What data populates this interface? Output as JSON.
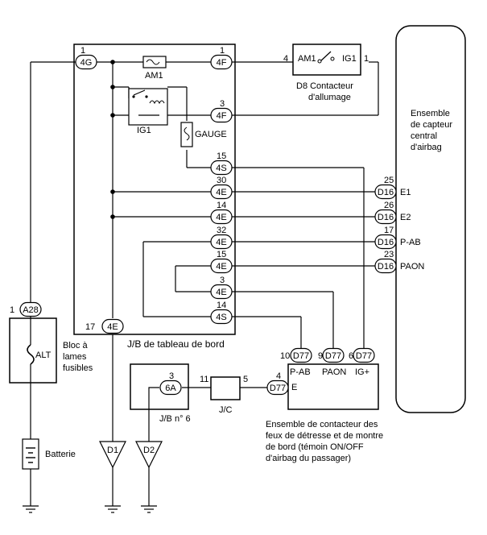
{
  "jb_box": {
    "label": "J/B de tableau de bord",
    "am1_label": "AM1",
    "ig1_label": "IG1",
    "gauge_label": "GAUGE"
  },
  "connectors": {
    "c4G": {
      "code": "4G",
      "pin": "1"
    },
    "c4F_top": {
      "code": "4F",
      "pin": "1"
    },
    "c4F_mid": {
      "code": "4F",
      "pin": "3"
    },
    "c4S_15": {
      "code": "4S",
      "pin": "15"
    },
    "c4E_30": {
      "code": "4E",
      "pin": "30"
    },
    "c4E_14": {
      "code": "4E",
      "pin": "14"
    },
    "c4E_32": {
      "code": "4E",
      "pin": "32"
    },
    "c4E_15": {
      "code": "4E",
      "pin": "15"
    },
    "c4E_3": {
      "code": "4E",
      "pin": "3"
    },
    "c4S_14": {
      "code": "4S",
      "pin": "14"
    },
    "c4E_17": {
      "code": "4E",
      "pin": "17"
    },
    "cA28": {
      "code": "A28",
      "pin": "1"
    },
    "cD16_25": {
      "code": "D16",
      "pin": "25",
      "signal": "E1"
    },
    "cD16_26": {
      "code": "D16",
      "pin": "26",
      "signal": "E2"
    },
    "cD16_17": {
      "code": "D16",
      "pin": "17",
      "signal": "P-AB"
    },
    "cD16_23": {
      "code": "D16",
      "pin": "23",
      "signal": "PAON"
    },
    "cD77_10": {
      "code": "D77",
      "pin": "10",
      "signal": "P-AB"
    },
    "cD77_9": {
      "code": "D77",
      "pin": "9",
      "signal": "PAON"
    },
    "cD77_6": {
      "code": "D77",
      "pin": "6",
      "signal": "IG+"
    },
    "cD77_4": {
      "code": "D77",
      "pin": "4",
      "signal": "E"
    },
    "c6A": {
      "code": "6A",
      "pin": "3"
    }
  },
  "ignition_switch": {
    "am1": "AM1",
    "ig1": "IG1",
    "pin_left": "4",
    "pin_right": "1",
    "label_1": "D8 Contacteur",
    "label_2": "d'allumage"
  },
  "airbag_sensor": {
    "lines": [
      "Ensemble",
      "de capteur",
      "central",
      "d'airbag"
    ]
  },
  "fuse_block": {
    "pin": "1",
    "alt": "ALT",
    "lines": [
      "Bloc à",
      "lames",
      "fusibles"
    ]
  },
  "battery": {
    "label": "Batterie"
  },
  "jb6": {
    "label": "J/B n° 6"
  },
  "jc": {
    "label": "J/C",
    "pin_left": "11",
    "pin_right": "5"
  },
  "hazard_switch": {
    "lines": [
      "Ensemble de contacteur des",
      "feux de détresse et de montre",
      "de bord (témoin ON/OFF",
      "d'airbag du passager)"
    ]
  },
  "grounds": {
    "d1": "D1",
    "d2": "D2"
  }
}
